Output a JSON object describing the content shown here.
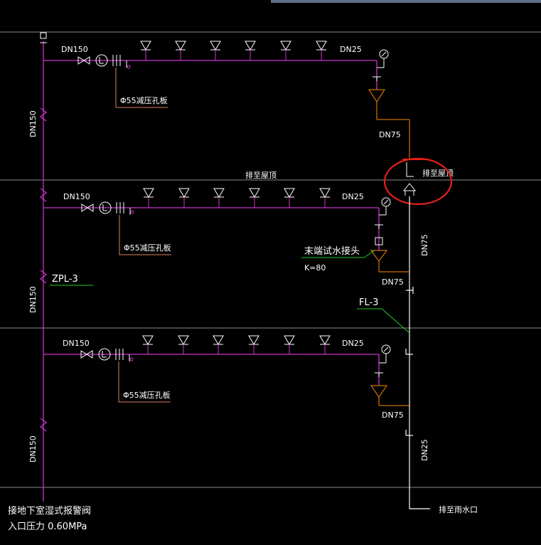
{
  "colors": {
    "background": "#000000",
    "pipe": "#cc33cc",
    "valve": "#ffffff",
    "leader": "#e08060",
    "drain_pipe": "#ffffff",
    "floor_line": "#8a8a8a",
    "green_leader": "#22cc22",
    "highlight": "#e8201a",
    "tap": "#ff8800"
  },
  "labels": {
    "main_riser_dn1": "DN150",
    "main_riser_dn2": "DN150",
    "main_riser_dn3": "DN150",
    "branch1_dn150": "DN150",
    "branch2_dn150": "DN150",
    "branch3_dn150": "DN150",
    "branch1_dn25": "DN25",
    "branch2_dn25": "DN25",
    "branch3_dn25": "DN25",
    "orifice1": "Φ55减压孔板",
    "orifice2": "Φ55减压孔板",
    "orifice3": "Φ55减压孔板",
    "drain1_dn75": "DN75",
    "drain2_dn75": "DN75",
    "drain3_dn75": "DN75",
    "drain_riser_dn75": "DN75",
    "drain_riser_dn25": "DN25",
    "roof_vent": "排至屋顶",
    "roof_vent_mid": "排至屋顶",
    "riser_tag": "ZPL-3",
    "drain_tag": "FL-3",
    "test_connection": "末端试水接头",
    "k_factor": "K=80",
    "rain_outlet": "排至雨水口",
    "inlet_note": "接地下室湿式报警阀",
    "inlet_pressure": "入口压力  0.60MPa"
  }
}
